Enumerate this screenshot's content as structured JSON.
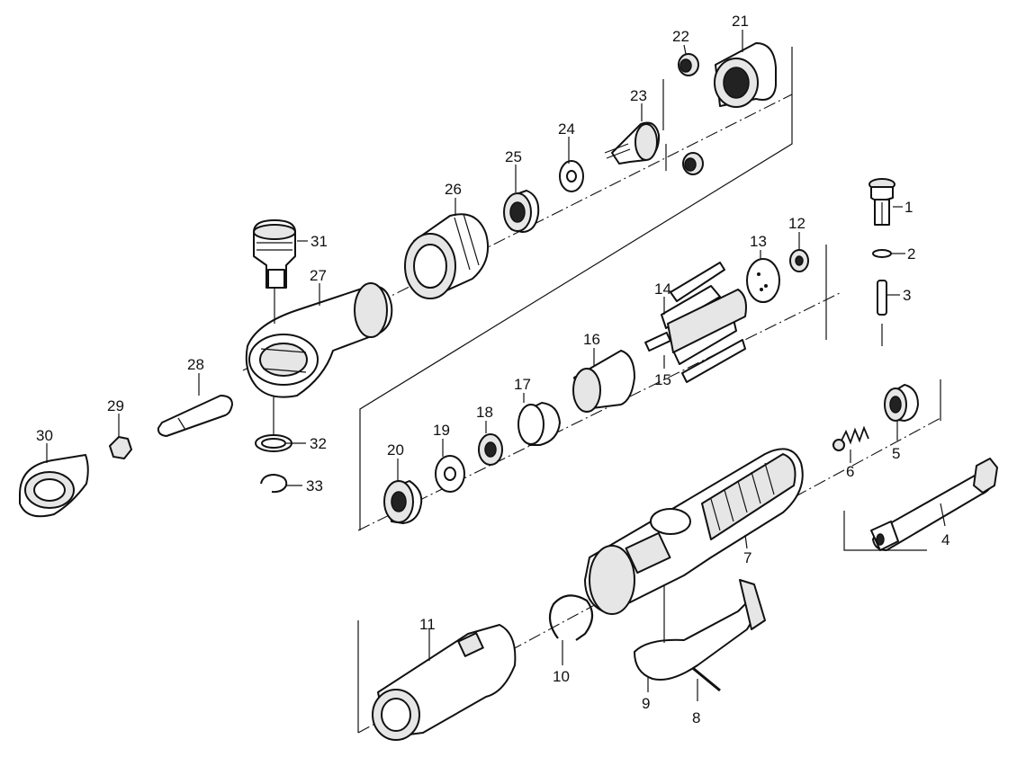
{
  "diagram": {
    "labels": {
      "l1": "1",
      "l2": "2",
      "l3": "3",
      "l4": "4",
      "l5": "5",
      "l6": "6",
      "l7": "7",
      "l8": "8",
      "l9": "9",
      "l10": "10",
      "l11": "11",
      "l12": "12",
      "l13": "13",
      "l14": "14",
      "l15": "15",
      "l16": "16",
      "l17": "17",
      "l18": "18",
      "l19": "19",
      "l20": "20",
      "l21": "21",
      "l22": "22",
      "l23": "23",
      "l24": "24",
      "l25": "25",
      "l26": "26",
      "l27": "27",
      "l28": "28",
      "l29": "29",
      "l30": "30",
      "l31": "31",
      "l32": "32",
      "l33": "33"
    }
  }
}
